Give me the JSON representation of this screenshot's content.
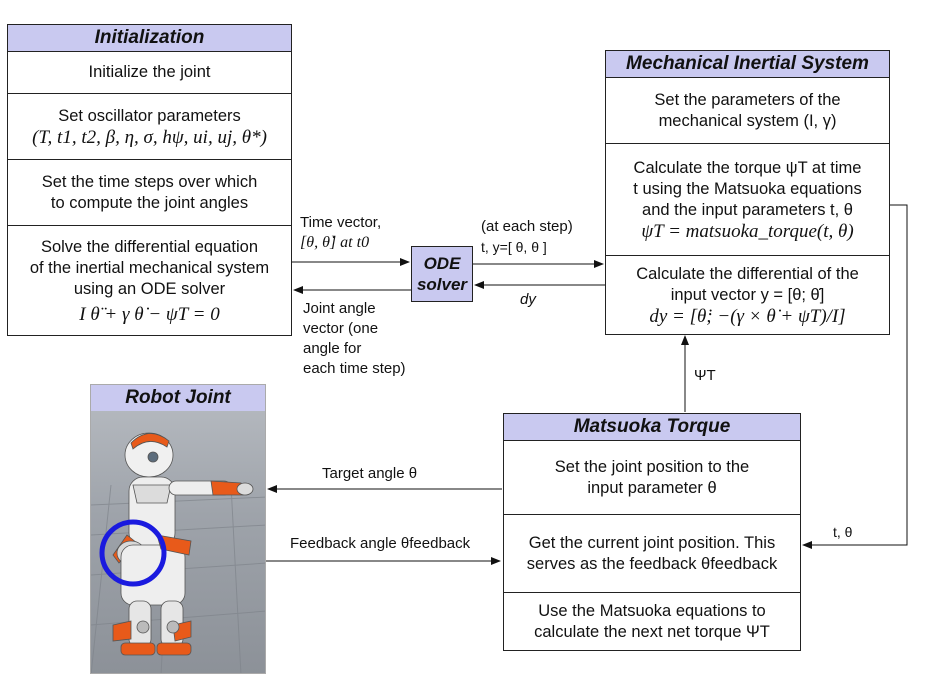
{
  "init": {
    "title": "Initialization",
    "cells": [
      [
        "Initialize the joint"
      ],
      [
        "Set oscillator parameters",
        "(T, t1, t2, β, η, σ, hψ, ui, uj, θ*)"
      ],
      [
        "Set the time steps over which",
        "to compute the joint angles"
      ],
      [
        "Solve the differential equation",
        "of the inertial mechanical system",
        "using an ODE solver",
        "I θ̈ + γ θ̇ − ψT = 0"
      ]
    ]
  },
  "mech": {
    "title": "Mechanical Inertial System",
    "cells": [
      [
        "Set the parameters of the",
        "mechanical system (I, γ)"
      ],
      [
        "Calculate the torque ψT at time",
        "t using the Matsuoka equations",
        "and the input parameters t, θ",
        "ψT = matsuoka_torque(t, θ)"
      ],
      [
        "Calculate the differential of the",
        "input vector  y = [θ; θ̇]",
        "dy = [θ̇; −(γ × θ̇ + ψT)/I]"
      ]
    ]
  },
  "ode": {
    "line1": "ODE",
    "line2": "solver"
  },
  "matsuoka": {
    "title": "Matsuoka Torque",
    "cells": [
      [
        "Set the joint position to the",
        "input parameter θ"
      ],
      [
        "Get the current joint position. This",
        "serves as the feedback θfeedback"
      ],
      [
        "Use the Matsuoka equations to",
        "calculate the next net torque ΨT"
      ]
    ]
  },
  "robot": {
    "title": "Robot Joint"
  },
  "labels": {
    "time_vector_1": "Time vector,",
    "time_vector_2": "[θ, θ̇] at t0",
    "at_each_step": "(at each step)",
    "t_y": "t, y=[ θ, θ ]",
    "dy": "dy",
    "joint_angle": [
      "Joint angle",
      "vector (one",
      "angle for",
      "each time step)"
    ],
    "psi_t": "ΨT",
    "target_angle": "Target angle θ",
    "feedback_angle": "Feedback angle θfeedback",
    "t_theta": "t, θ"
  },
  "colors": {
    "title_bg": "#c9c9f0",
    "circle": "#1a1adf"
  }
}
